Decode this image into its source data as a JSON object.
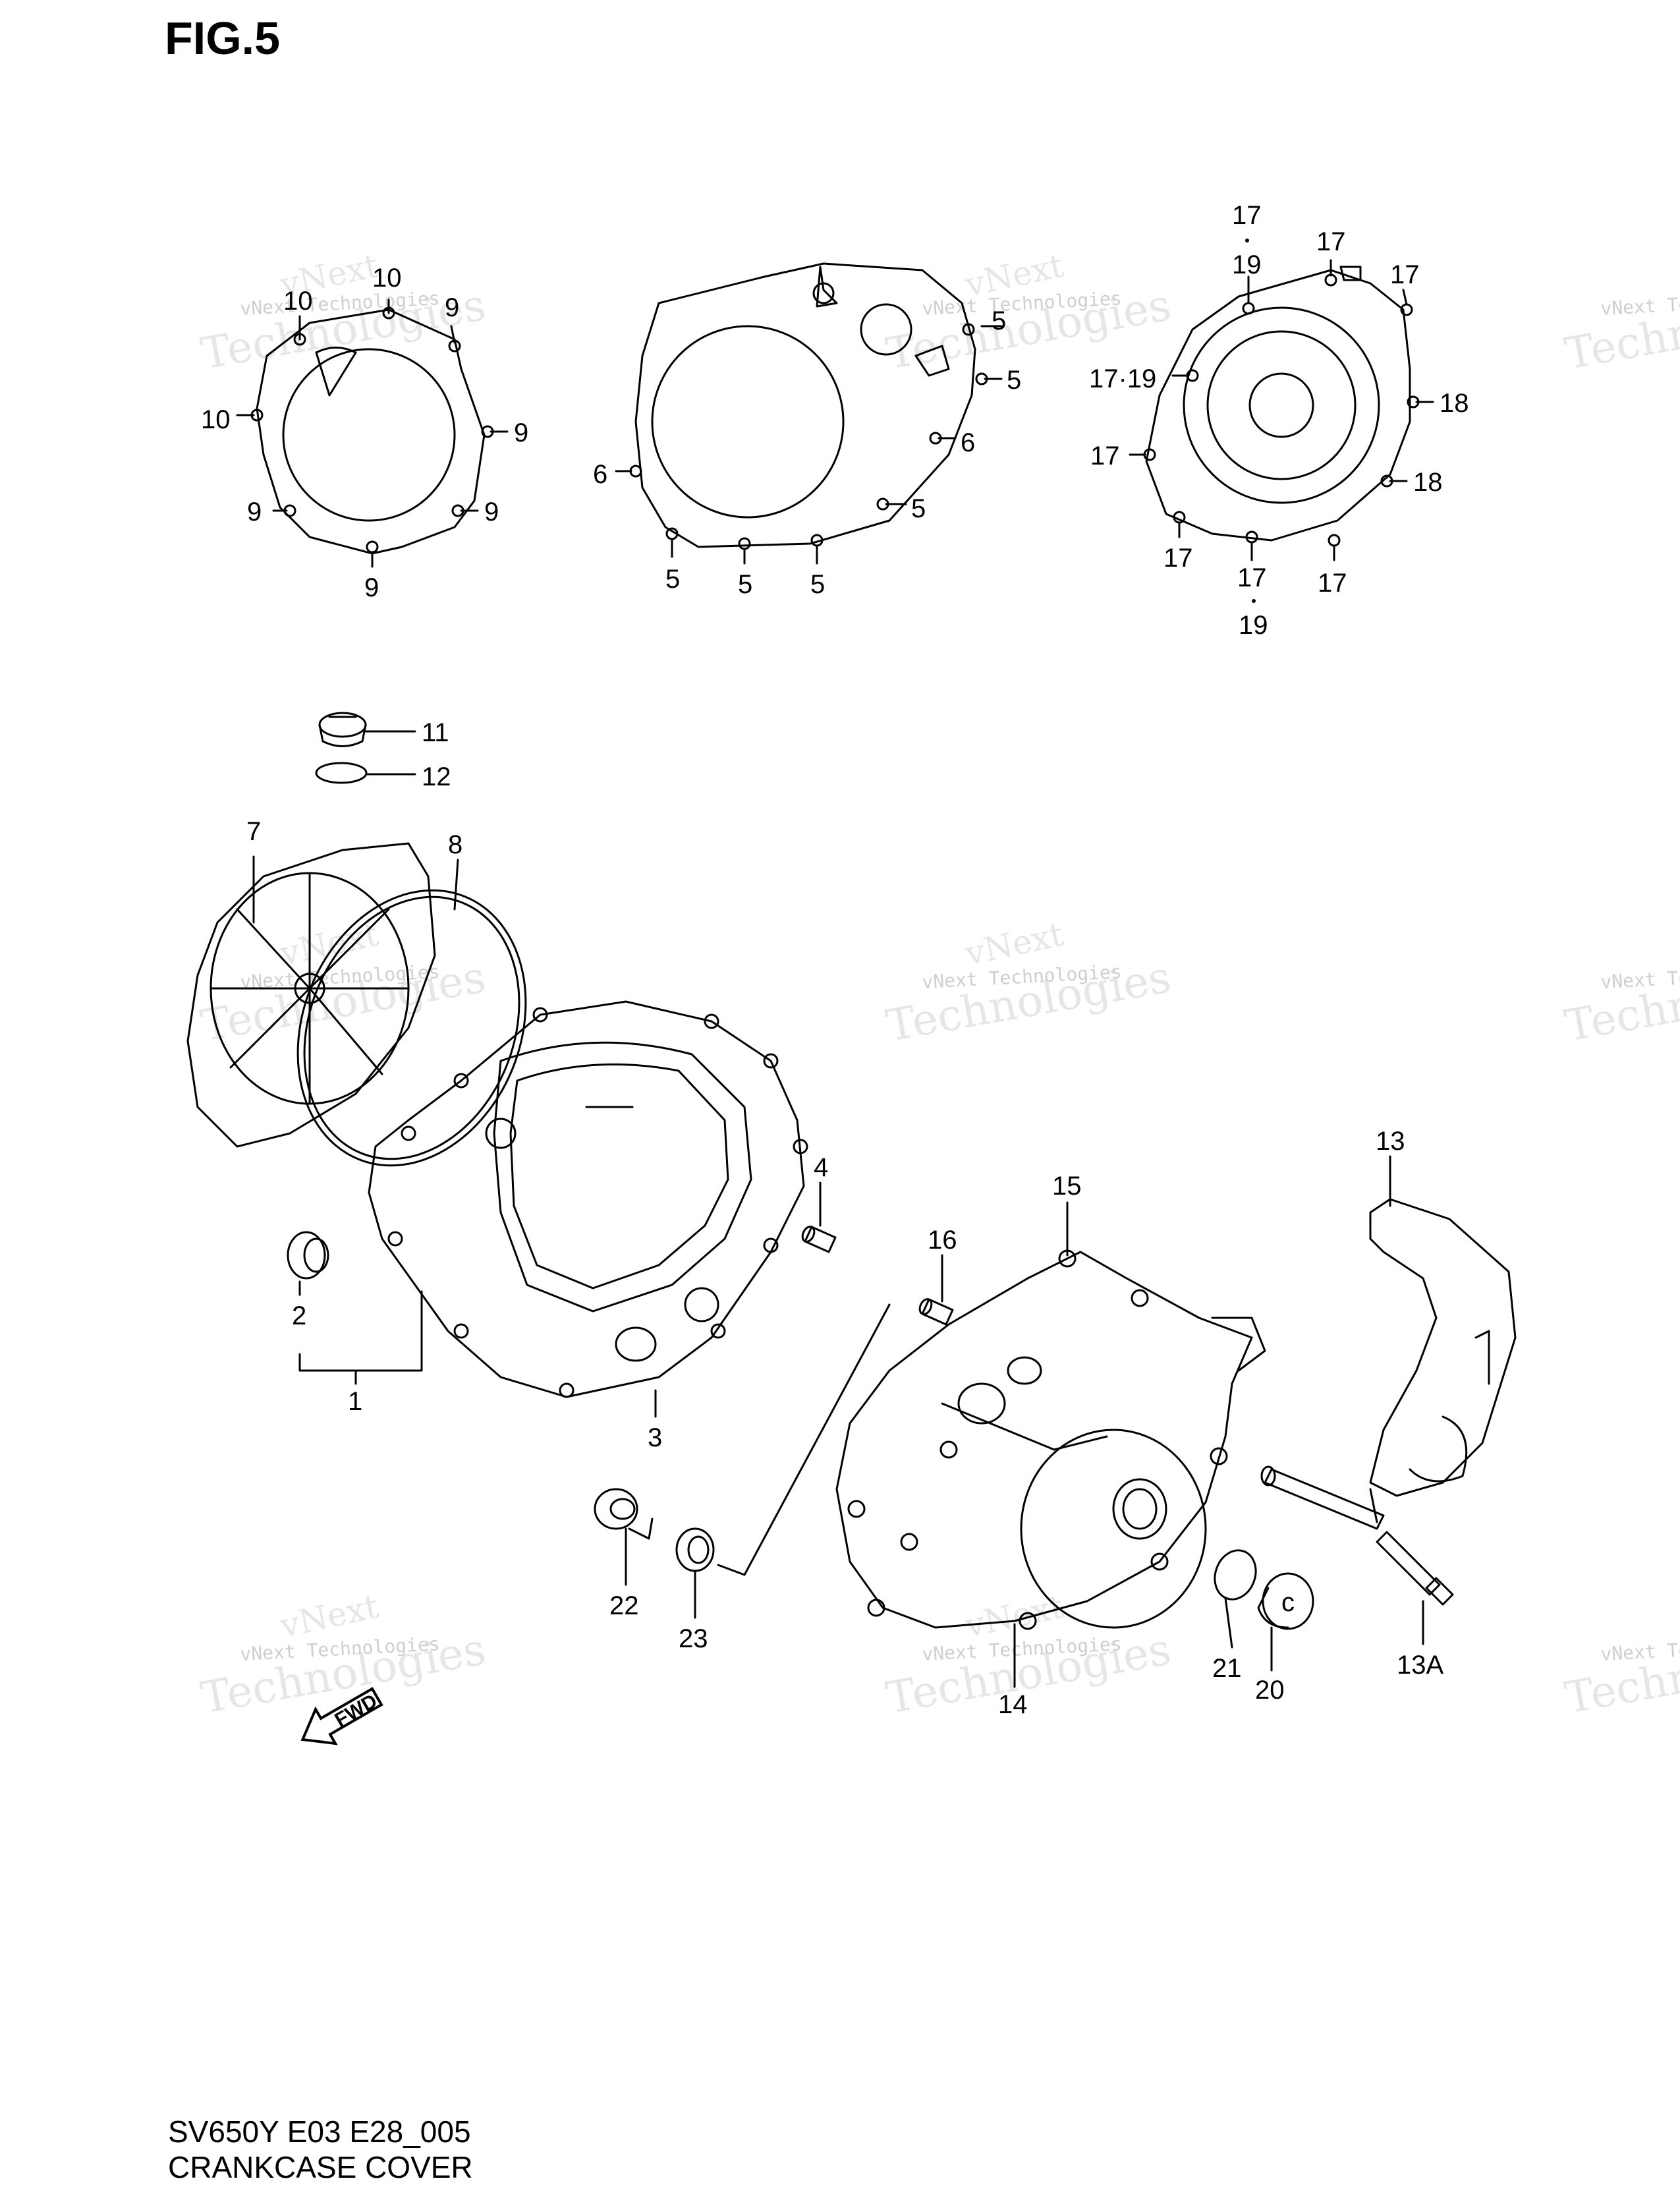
{
  "figure": {
    "title": "FIG.5"
  },
  "footer": {
    "model_code": "SV650Y E03 E28_005",
    "section_name": "CRANKCASE COVER"
  },
  "watermark": {
    "line1": "vNext Technologies",
    "line2": "Technologies",
    "line3": "vNext"
  },
  "fwd_arrow_label": "FWD",
  "callouts": [
    {
      "id": "c10a",
      "text": "10"
    },
    {
      "id": "c10b",
      "text": "10"
    },
    {
      "id": "c9a",
      "text": "9"
    },
    {
      "id": "c10c",
      "text": "10"
    },
    {
      "id": "c9b",
      "text": "9"
    },
    {
      "id": "c9c",
      "text": "9"
    },
    {
      "id": "c9d",
      "text": "9"
    },
    {
      "id": "c9e",
      "text": "9"
    },
    {
      "id": "c5a",
      "text": "5"
    },
    {
      "id": "c5b",
      "text": "5"
    },
    {
      "id": "c6a",
      "text": "6"
    },
    {
      "id": "c6b",
      "text": "6"
    },
    {
      "id": "c5c",
      "text": "5"
    },
    {
      "id": "c5d",
      "text": "5"
    },
    {
      "id": "c5e",
      "text": "5"
    },
    {
      "id": "c5f",
      "text": "5"
    },
    {
      "id": "c17a",
      "text": "17"
    },
    {
      "id": "c19a",
      "text": "19"
    },
    {
      "id": "c17b",
      "text": "17"
    },
    {
      "id": "c17c",
      "text": "17"
    },
    {
      "id": "c1719",
      "text": "17·19"
    },
    {
      "id": "c18a",
      "text": "18"
    },
    {
      "id": "c17d",
      "text": "17"
    },
    {
      "id": "c18b",
      "text": "18"
    },
    {
      "id": "c17e",
      "text": "17"
    },
    {
      "id": "c17f",
      "text": "17"
    },
    {
      "id": "c17g",
      "text": "17"
    },
    {
      "id": "c19b",
      "text": "19"
    },
    {
      "id": "c11",
      "text": "11"
    },
    {
      "id": "c12",
      "text": "12"
    },
    {
      "id": "c7",
      "text": "7"
    },
    {
      "id": "c8",
      "text": "8"
    },
    {
      "id": "c4",
      "text": "4"
    },
    {
      "id": "c2",
      "text": "2"
    },
    {
      "id": "c1",
      "text": "1"
    },
    {
      "id": "c3",
      "text": "3"
    },
    {
      "id": "c13",
      "text": "13"
    },
    {
      "id": "c15",
      "text": "15"
    },
    {
      "id": "c16",
      "text": "16"
    },
    {
      "id": "c22",
      "text": "22"
    },
    {
      "id": "c23",
      "text": "23"
    },
    {
      "id": "c14",
      "text": "14"
    },
    {
      "id": "c21",
      "text": "21"
    },
    {
      "id": "c20",
      "text": "20"
    },
    {
      "id": "c13A",
      "text": "13A"
    }
  ]
}
